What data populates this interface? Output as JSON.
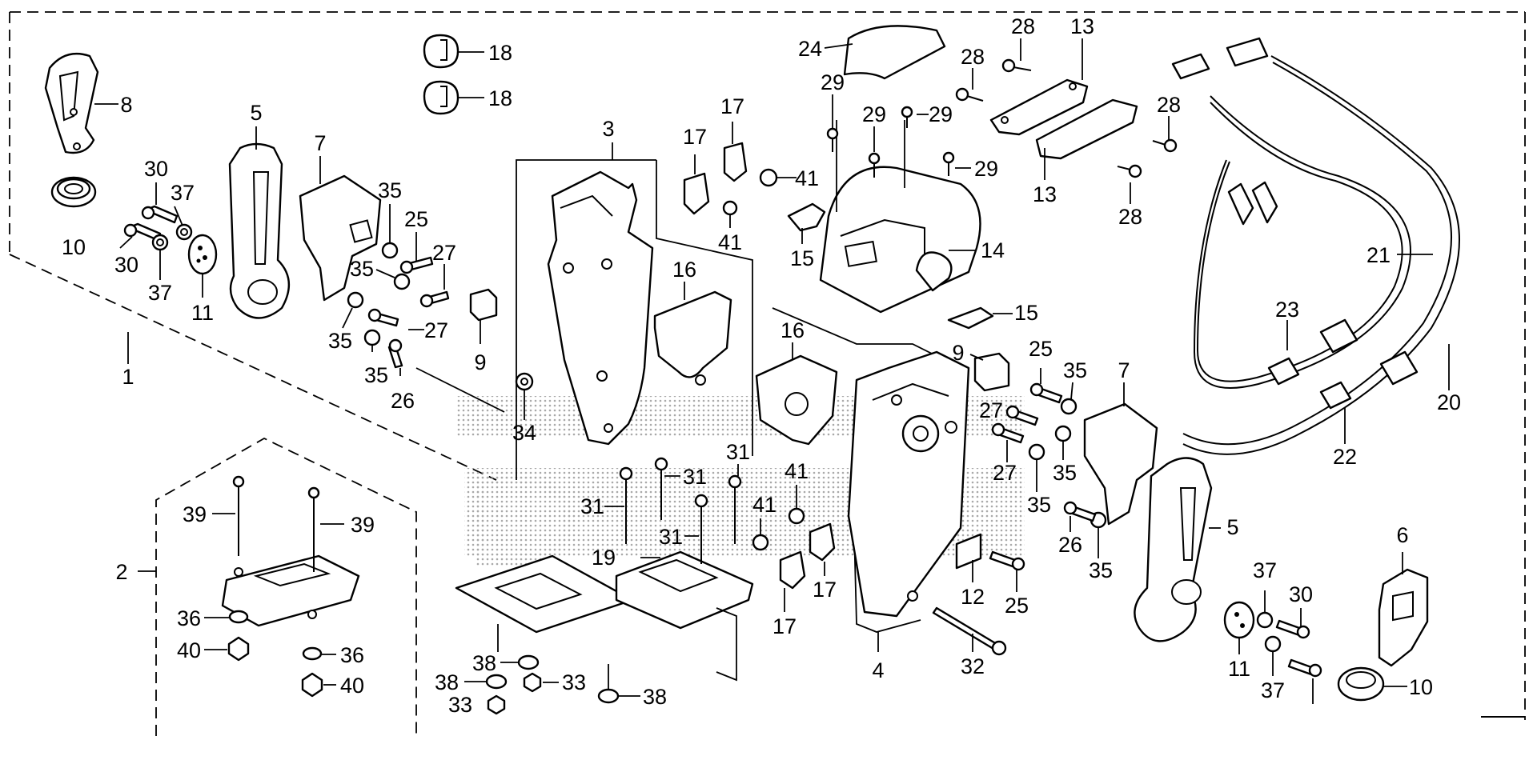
{
  "diagram": {
    "callouts": {
      "c1": "1",
      "c2": "2",
      "c3": "3",
      "c4": "4",
      "c5a": "5",
      "c5b": "5",
      "c6": "6",
      "c7a": "7",
      "c7b": "7",
      "c8": "8",
      "c9a": "9",
      "c9b": "9",
      "c10a": "10",
      "c10b": "10",
      "c11a": "11",
      "c11b": "11",
      "c12": "12",
      "c13a": "13",
      "c13b": "13",
      "c14": "14",
      "c15a": "15",
      "c15b": "15",
      "c16a": "16",
      "c16b": "16",
      "c17a": "17",
      "c17b": "17",
      "c17c": "17",
      "c17d": "17",
      "c18a": "18",
      "c18b": "18",
      "c19": "19",
      "c20": "20",
      "c21": "21",
      "c22": "22",
      "c23": "23",
      "c24": "24",
      "c25a": "25",
      "c25b": "25",
      "c25c": "25",
      "c26a": "26",
      "c26b": "26",
      "c27a": "27",
      "c27b": "27",
      "c27c": "27",
      "c27d": "27",
      "c28a": "28",
      "c28b": "28",
      "c28c": "28",
      "c28d": "28",
      "c29a": "29",
      "c29b": "29",
      "c29c": "29",
      "c29d": "29",
      "c30a": "30",
      "c30b": "30",
      "c30c": "30",
      "c31a": "31",
      "c31b": "31",
      "c31c": "31",
      "c31d": "31",
      "c32": "32",
      "c33a": "33",
      "c33b": "33",
      "c34": "34",
      "c35a": "35",
      "c35b": "35",
      "c35c": "35",
      "c35d": "35",
      "c35e": "35",
      "c35f": "35",
      "c35g": "35",
      "c35h": "35",
      "c36a": "36",
      "c36b": "36",
      "c37a": "37",
      "c37b": "37",
      "c37c": "37",
      "c37d": "37",
      "c38a": "38",
      "c38b": "38",
      "c38c": "38",
      "c39a": "39",
      "c39b": "39",
      "c40a": "40",
      "c40b": "40",
      "c41a": "41",
      "c41b": "41",
      "c41c": "41",
      "c41d": "41"
    }
  }
}
